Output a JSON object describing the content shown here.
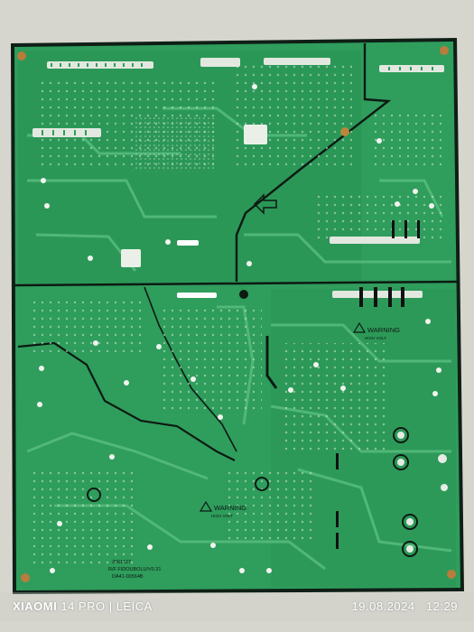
{
  "photo": {
    "subject": "green printed circuit board (power board)",
    "colors": {
      "board": "#2f9d5c",
      "board_dark": "#25824b",
      "trace": "#4fb877",
      "solder": "#dfe4dc",
      "outline": "#0c1a12",
      "background": "#d8d8d0"
    },
    "markings": {
      "warning_1": "WARNING",
      "warning_1_sub": "HIGH VOLT",
      "warning_2": "WARNING",
      "warning_2_sub": "HIGH VOLT",
      "code_bottom_1": "DA41-00564B",
      "code_bottom_2": "2061127",
      "code_bottom_3": "R/F FIDOUBOLU/V0.31"
    }
  },
  "watermark": {
    "brand": "XIAOMI",
    "model": "14 PRO",
    "separator": "|",
    "lens": "LEICA",
    "date": "19.08.2024",
    "time": "12:29"
  }
}
